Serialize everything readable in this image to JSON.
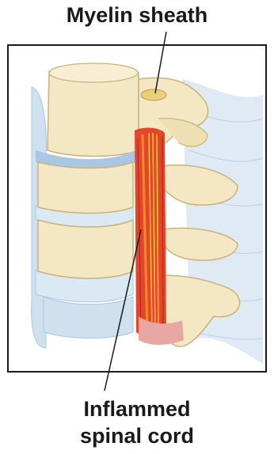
{
  "labels": {
    "top": "Myelin sheath",
    "bottom_line1": "Inflammed",
    "bottom_line2": "spinal cord"
  },
  "colors": {
    "frame": "#1a1a1a",
    "bone": "#f3e7c4",
    "bone_shade": "#e2cf99",
    "disc": "#dbe9f4",
    "disc_shade": "#a9c7e2",
    "cord_inflamed": "#e4462a",
    "cord_core": "#f08a2a",
    "nerve_fiber": "#e9c73a",
    "ligament": "#cfe0ef"
  }
}
